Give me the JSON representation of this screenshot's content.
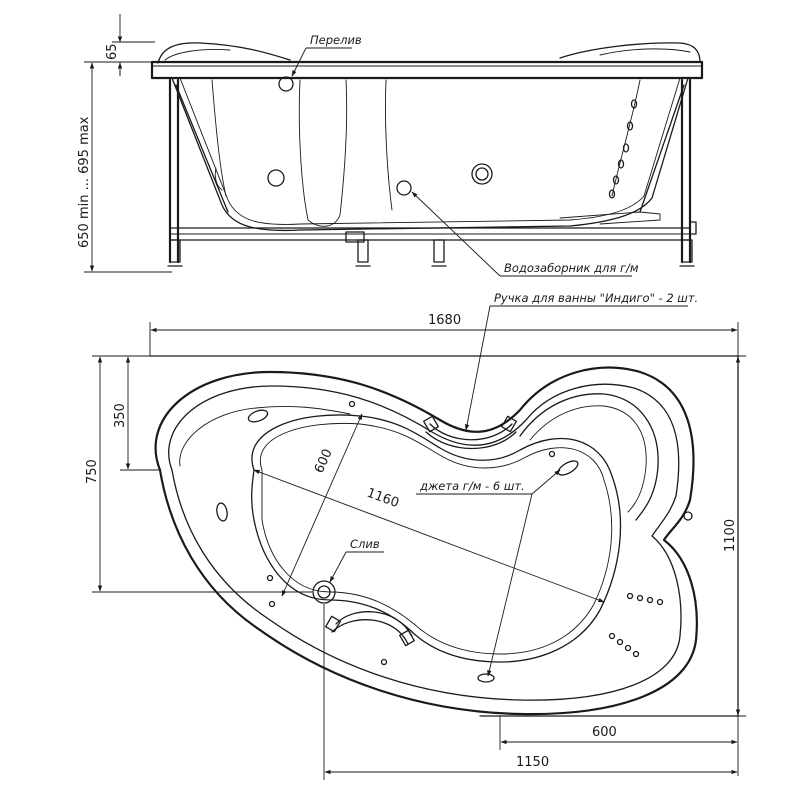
{
  "side_view": {
    "labels": {
      "overflow": "Перелив",
      "water_intake": "Водозаборник для г/м"
    },
    "dimensions": {
      "rim_height": "65",
      "total_height": "650 min ... 695 max"
    }
  },
  "plan_view": {
    "labels": {
      "handle": "Ручка для ванны \"Индиго\" - 2 шт.",
      "jets": "джета г/м - 6 шт.",
      "drain": "Слив"
    },
    "dimensions": {
      "length": "1680",
      "depth": "1100",
      "left_side": "750",
      "left_short": "350",
      "inner_length": "1160",
      "inner_width": "600",
      "bottom_right": "600",
      "bottom_total": "1150"
    }
  }
}
